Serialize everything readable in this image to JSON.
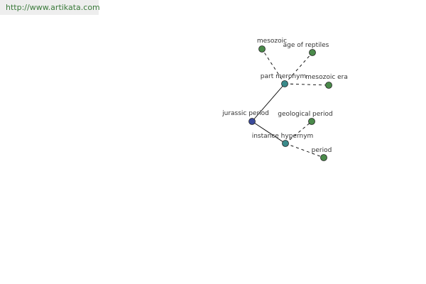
{
  "header": {
    "url": "http://www.artikata.com"
  },
  "colors": {
    "root": "#3a4a9a",
    "relation": "#3a8a8a",
    "leaf": "#4a8a4a",
    "edge": "#000000",
    "url_text": "#3a7a3a"
  },
  "diagram": {
    "root": {
      "label": "jurassic period"
    },
    "relations": [
      {
        "id": "part_meronym",
        "label": "part meronym",
        "targets": [
          {
            "label": "mesozoic"
          },
          {
            "label": "age of reptiles"
          },
          {
            "label": "mesozoic era"
          }
        ]
      },
      {
        "id": "instance_hypernym",
        "label": "instance hypernym",
        "targets": [
          {
            "label": "geological period"
          },
          {
            "label": "period"
          }
        ]
      }
    ]
  }
}
